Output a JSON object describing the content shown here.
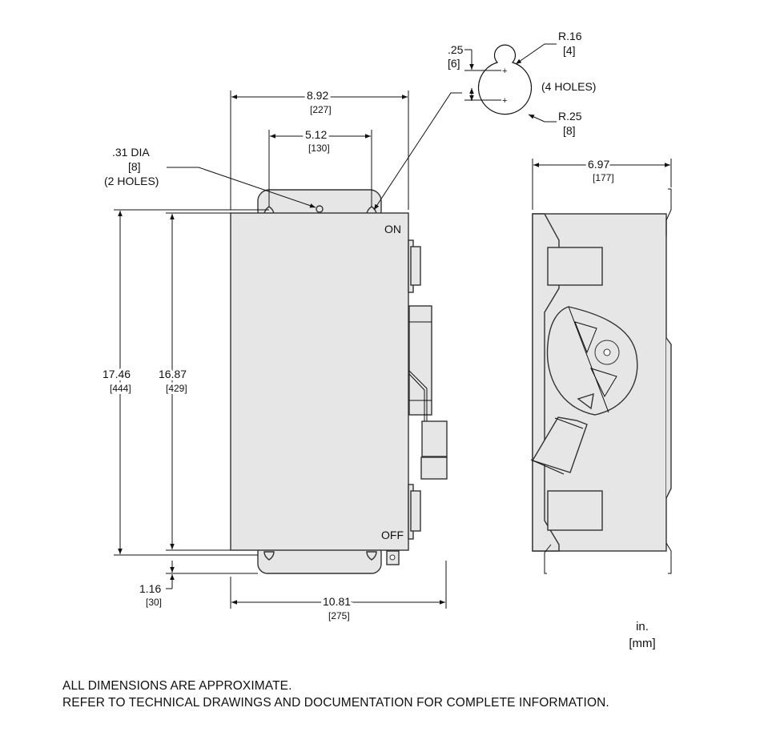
{
  "dimensions": {
    "width_overall": {
      "in": "8.92",
      "mm": "[227]"
    },
    "hole_spacing": {
      "in": "5.12",
      "mm": "[130]"
    },
    "height_overall": {
      "in": "17.46",
      "mm": "[444]"
    },
    "height_body": {
      "in": "16.87",
      "mm": "[429]"
    },
    "bottom_offset": {
      "in": "1.16",
      "mm": "[30]"
    },
    "width_with_handle": {
      "in": "10.81",
      "mm": "[275]"
    },
    "depth": {
      "in": "6.97",
      "mm": "[177]"
    }
  },
  "callouts": {
    "small_hole": {
      "dia": ".31 DIA",
      "mm": "[8]",
      "count": "(2 HOLES)"
    },
    "keyhole": {
      "offset": ".25",
      "offset_mm": "[6]",
      "r_small": "R.16",
      "r_small_mm": "[4]",
      "r_large": "R.25",
      "r_large_mm": "[8]",
      "count": "(4 HOLES)"
    }
  },
  "switch_labels": {
    "on": "ON",
    "off": "OFF"
  },
  "units": {
    "primary": "in.",
    "secondary": "[mm]"
  },
  "notes": [
    "ALL DIMENSIONS ARE APPROXIMATE.",
    "REFER TO TECHNICAL DRAWINGS AND DOCUMENTATION FOR COMPLETE INFORMATION."
  ]
}
